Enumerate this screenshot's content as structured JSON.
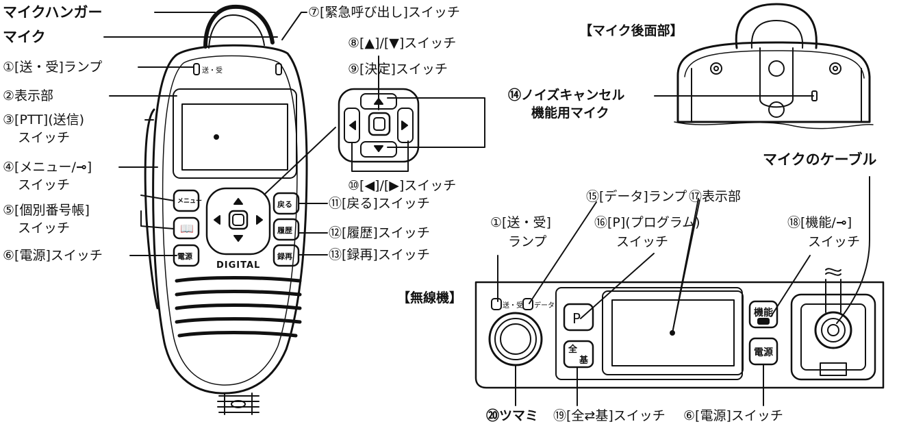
{
  "colors": {
    "ink": "#111111",
    "device_fill": "#ffffff",
    "display_fill": "#ffffff"
  },
  "mic_labels": {
    "hanger": "マイクハンガー",
    "mic": "マイク",
    "l1": "①[送・受]ランプ",
    "l2": "②表示部",
    "l3a": "③[PTT](送信)",
    "l3b": "スイッチ",
    "l4a": "④[メニュー/",
    "l4key": "⊸",
    "l4end": "]",
    "l4b": "スイッチ",
    "l5a": "⑤[個別番号帳]",
    "l5b": "スイッチ",
    "l6": "⑥[電源]スイッチ",
    "l7": "⑦[緊急呼び出し]スイッチ",
    "l8": "⑧[▲]/[▼]スイッチ",
    "l9": "⑨[決定]スイッチ",
    "l10": "⑩[◀]/[▶]スイッチ",
    "l11": "⑪[戻る]スイッチ",
    "l12": "⑫[履歴]スイッチ",
    "l13": "⑬[録再]スイッチ"
  },
  "mic_buttons": {
    "tx_rx": "送・受",
    "menu": "メニュー",
    "back": "戻る",
    "history": "履歴",
    "power": "電源",
    "record": "録再",
    "brand": "DIGITAL"
  },
  "rear": {
    "title": "【マイク後面部】",
    "l14a": "⑭ノイズキャンセル",
    "l14b": "機能用マイク"
  },
  "radio": {
    "title": "【無線機】",
    "cable": "マイクのケーブル",
    "l15": "⑮[データ]ランプ",
    "l17": "⑰表示部",
    "l1a": "①[送・受]",
    "l1b": "ランプ",
    "l16a": "⑯[P](プログラム)",
    "l16b": "スイッチ",
    "l18a": "⑱[機能/",
    "l18key": "⊸",
    "l18end": "]",
    "l18b": "スイッチ",
    "l20": "⑳ツマミ",
    "l19": "⑲[全⇄基]スイッチ",
    "l6": "⑥[電源]スイッチ",
    "panel_txrx": "送・受",
    "panel_data": "データ",
    "btn_p": "P",
    "btn_func": "機能",
    "btn_power": "電源",
    "btn_all_a": "全",
    "btn_all_b": "基"
  }
}
